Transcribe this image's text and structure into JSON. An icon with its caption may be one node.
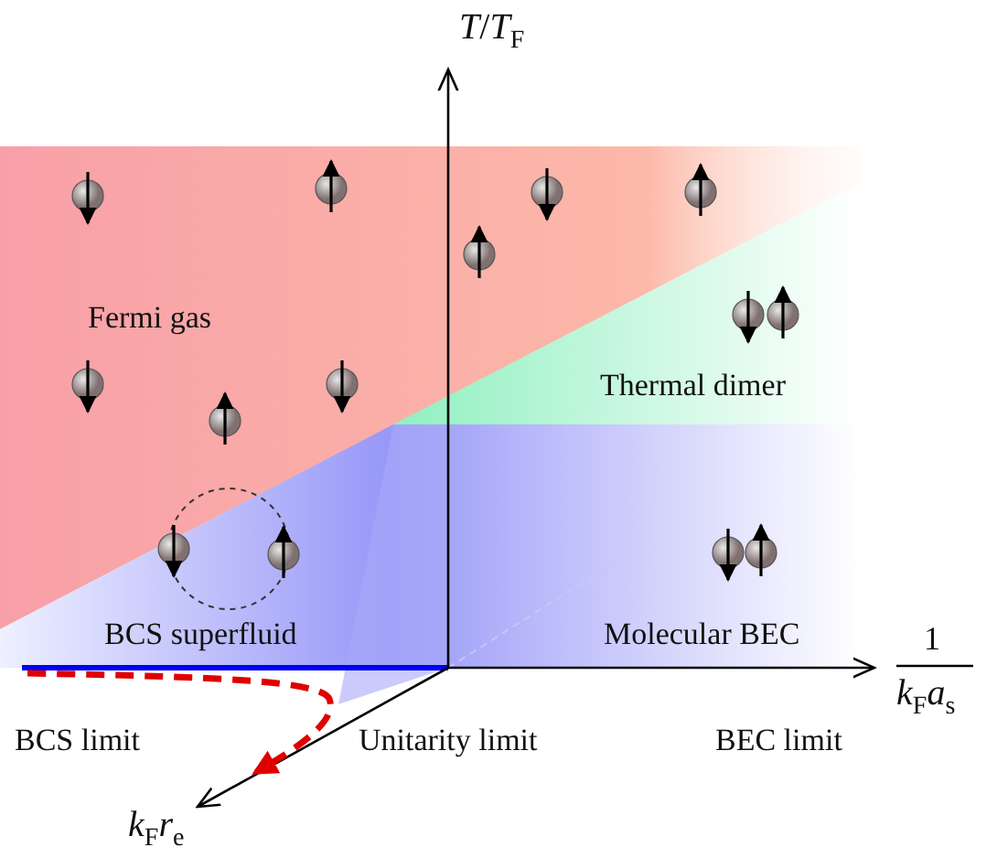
{
  "diagram": {
    "labels": [
      "*T*/*T*$_{F}$",
      "Fermi gas",
      "Thermal dimer",
      "BCS superfluid",
      "Molecular BEC",
      "1",
      "*k*$_{F}$*a*$_{s}$",
      "BCS limit",
      "Unitarity limit",
      "BEC limit",
      "*k*$_{F}$*r*$_{e}$"
    ]
  }
}
